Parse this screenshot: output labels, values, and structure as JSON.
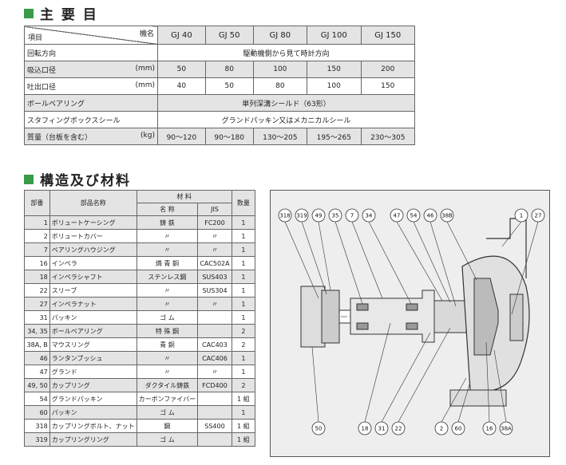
{
  "section1": {
    "title": "主 要 目"
  },
  "spec": {
    "header": {
      "item": "項目",
      "model": "機名"
    },
    "models": [
      "GJ 40",
      "GJ 50",
      "GJ 80",
      "GJ 100",
      "GJ 150"
    ],
    "rows": [
      {
        "label": "回転方向",
        "unit": "",
        "span": "駆動機側から見て時計方向"
      },
      {
        "label": "吸込口径",
        "unit": "(mm)",
        "values": [
          "50",
          "80",
          "100",
          "150",
          "200"
        ]
      },
      {
        "label": "吐出口径",
        "unit": "(mm)",
        "values": [
          "40",
          "50",
          "80",
          "100",
          "150"
        ]
      },
      {
        "label": "ボールベアリング",
        "unit": "",
        "span": "単列深溝シールド（63形）"
      },
      {
        "label": "スタフィングボックスシール",
        "unit": "",
        "span": "グランドパッキン又はメカニカルシール"
      },
      {
        "label": "質量（台板を含む）",
        "unit": "(kg)",
        "values": [
          "90～120",
          "90～180",
          "130～205",
          "195～265",
          "230～305"
        ]
      }
    ]
  },
  "section2": {
    "title": "構造及び材料"
  },
  "parts": {
    "header": {
      "no": "部番",
      "name": "部品名称",
      "material": "材 料",
      "mat_name": "名 称",
      "jis": "JIS",
      "qty": "数量"
    },
    "rows": [
      [
        "1",
        "ボリュートケーシング",
        "鋳 鉄",
        "FC200",
        "1"
      ],
      [
        "2",
        "ボリュートカバー",
        "〃",
        "〃",
        "1"
      ],
      [
        "7",
        "ベアリングハウジング",
        "〃",
        "〃",
        "1"
      ],
      [
        "16",
        "インペラ",
        "燐 青 銅",
        "CAC502A",
        "1"
      ],
      [
        "18",
        "インペラシャフト",
        "ステンレス鋼",
        "SUS403",
        "1"
      ],
      [
        "22",
        "スリーブ",
        "〃",
        "SUS304",
        "1"
      ],
      [
        "27",
        "インペラナット",
        "〃",
        "〃",
        "1"
      ],
      [
        "31",
        "パッキン",
        "ゴ ム",
        "",
        "1"
      ],
      [
        "34, 35",
        "ボールベアリング",
        "特 殊 鋼",
        "",
        "2"
      ],
      [
        "38A, B",
        "マウスリング",
        "青 銅",
        "CAC403",
        "2"
      ],
      [
        "46",
        "ランタンブッシュ",
        "〃",
        "CAC406",
        "1"
      ],
      [
        "47",
        "グランド",
        "〃",
        "〃",
        "1"
      ],
      [
        "49, 50",
        "カップリング",
        "ダクタイル鋳鉄",
        "FCD400",
        "2"
      ],
      [
        "54",
        "グランドパッキン",
        "カーボンファイバー",
        "",
        "1 組"
      ],
      [
        "60",
        "パッキン",
        "ゴ ム",
        "",
        "1"
      ],
      [
        "318",
        "カップリングボルト、ナット",
        "鋼",
        "SS400",
        "1 組"
      ],
      [
        "319",
        "カップリングリング",
        "ゴ ム",
        "",
        "1 組"
      ]
    ]
  },
  "drawing": {
    "callouts_top": [
      "318",
      "319",
      "49",
      "35",
      "7",
      "34",
      "47",
      "54",
      "46",
      "38B",
      "1",
      "27"
    ],
    "callouts_bottom": [
      "50",
      "18",
      "31",
      "22",
      "2",
      "60",
      "16",
      "38A"
    ]
  }
}
